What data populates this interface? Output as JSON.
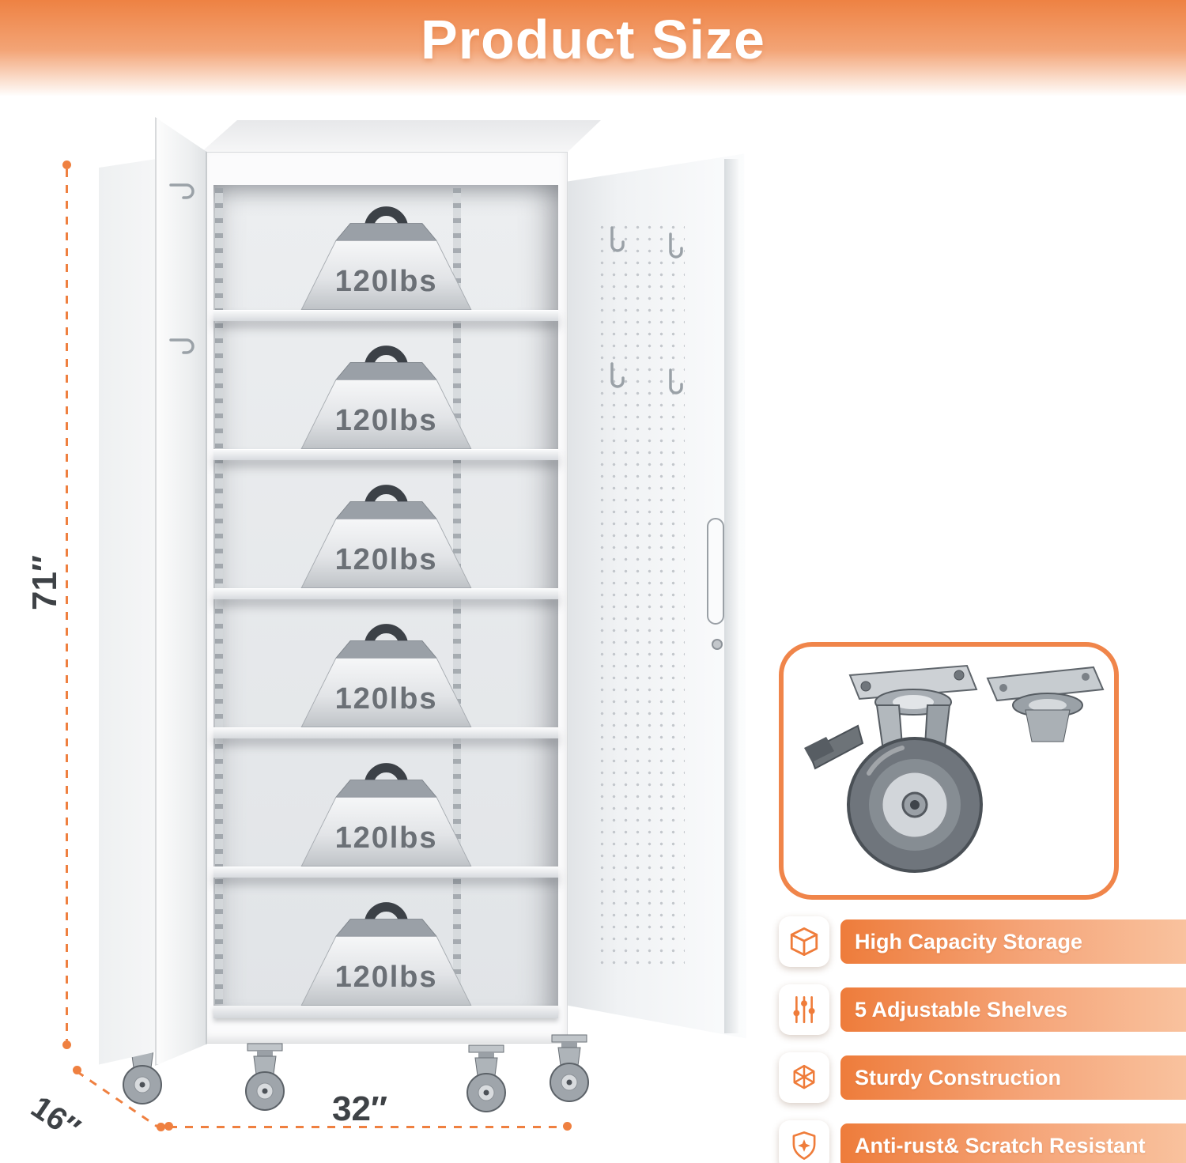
{
  "title": "Product Size",
  "dimensions": {
    "height": "71″",
    "depth": "16″",
    "width": "32″"
  },
  "cabinet": {
    "weights": [
      {
        "label": "120lbs"
      },
      {
        "label": "120lbs"
      },
      {
        "label": "120lbs"
      },
      {
        "label": "120lbs"
      },
      {
        "label": "120lbs"
      },
      {
        "label": "120lbs"
      }
    ]
  },
  "caster_card": {
    "image": "swivel-caster-with-brake-illustration"
  },
  "features": [
    {
      "icon": "cube-icon",
      "label": "High Capacity Storage"
    },
    {
      "icon": "sliders-icon",
      "label": "5 Adjustable Shelves"
    },
    {
      "icon": "lattice-icon",
      "label": "Sturdy Construction"
    },
    {
      "icon": "shield-sparkle-icon",
      "label": "Anti-rust& Scratch Resistant"
    }
  ],
  "colors": {
    "accent": "#EF8040",
    "ribbon_start": "#EE7C3B",
    "ribbon_end": "#F9C29E",
    "dimension_text": "#3E4246"
  }
}
